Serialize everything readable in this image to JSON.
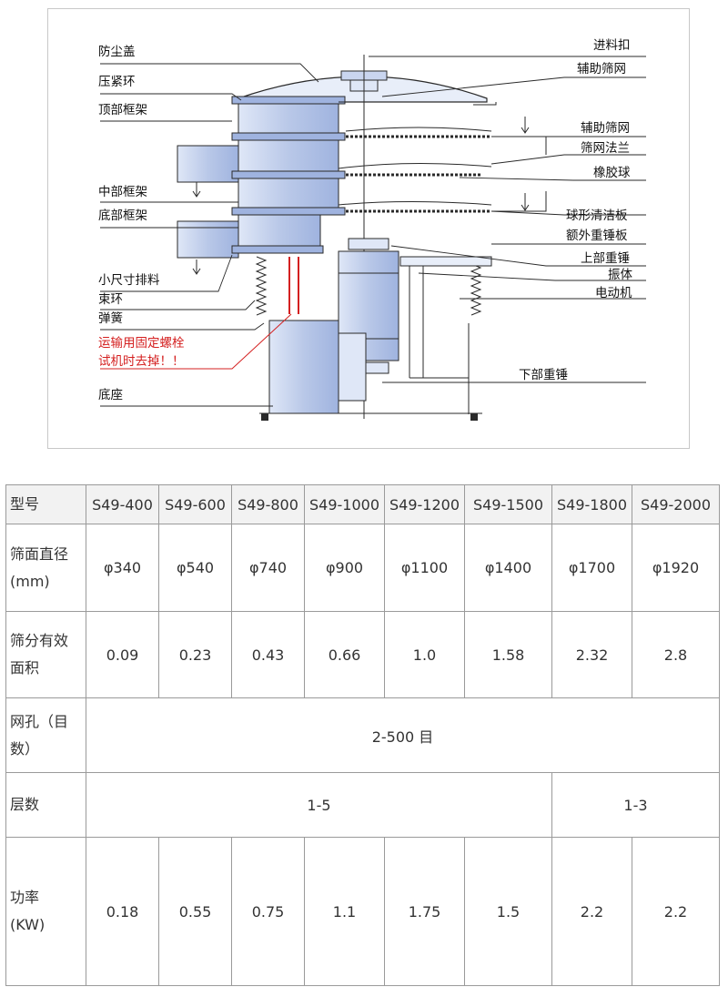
{
  "diagram": {
    "labels_left": [
      {
        "key": "dust_cover",
        "text": "防尘盖"
      },
      {
        "key": "clamp_ring",
        "text": "压紧环"
      },
      {
        "key": "top_frame",
        "text": "顶部框架"
      },
      {
        "key": "middle_frame",
        "text": "中部框架"
      },
      {
        "key": "bottom_frame",
        "text": "底部框架"
      },
      {
        "key": "small_discharge",
        "text": "小尺寸排料"
      },
      {
        "key": "binding_ring",
        "text": "束环"
      },
      {
        "key": "spring",
        "text": "弹簧"
      },
      {
        "key": "base",
        "text": "底座"
      }
    ],
    "warning_line1": "运输用固定螺栓",
    "warning_line2": "试机时去掉！！",
    "labels_right": [
      {
        "key": "feed_inlet",
        "text": "进料扣"
      },
      {
        "key": "aux_screen_1",
        "text": "辅助筛网"
      },
      {
        "key": "aux_screen_2",
        "text": "辅助筛网"
      },
      {
        "key": "screen_flange",
        "text": "筛网法兰"
      },
      {
        "key": "rubber_ball",
        "text": "橡胶球"
      },
      {
        "key": "ball_cleaning_plate",
        "text": "球形清洁板"
      },
      {
        "key": "extra_weight_plate",
        "text": "额外重锤板"
      },
      {
        "key": "upper_weight",
        "text": "上部重锤"
      },
      {
        "key": "vibrator",
        "text": "振体"
      },
      {
        "key": "motor",
        "text": "电动机"
      },
      {
        "key": "lower_weight",
        "text": "下部重锤"
      }
    ],
    "colors": {
      "body": "#b9c8e8",
      "outline": "#2a2a2a",
      "warning": "#d42020",
      "frame": "#c8c8c8"
    }
  },
  "table": {
    "header_label": "型号",
    "models": [
      "S49-400",
      "S49-600",
      "S49-800",
      "S49-1000",
      "S49-1200",
      "S49-1500",
      "S49-1800",
      "S49-2000"
    ],
    "diameter": {
      "label_1": "筛面直径",
      "label_2": "(mm)",
      "values": [
        "φ340",
        "φ540",
        "φ740",
        "φ900",
        "φ1100",
        "φ1400",
        "φ1700",
        "φ1920"
      ]
    },
    "area": {
      "label_1": "筛分有效",
      "label_2": "面积",
      "values": [
        "0.09",
        "0.23",
        "0.43",
        "0.66",
        "1.0",
        "1.58",
        "2.32",
        "2.8"
      ]
    },
    "mesh": {
      "label_1": "网孔（目",
      "label_2": "数）",
      "value": "2-500 目"
    },
    "layers": {
      "label": "层数",
      "value_a": "1-5",
      "value_b": "1-3"
    },
    "power": {
      "label_1": "功率",
      "label_2": "(KW)",
      "values": [
        "0.18",
        "0.55",
        "0.75",
        "1.1",
        "1.75",
        "1.5",
        "2.2",
        "2.2"
      ]
    }
  }
}
